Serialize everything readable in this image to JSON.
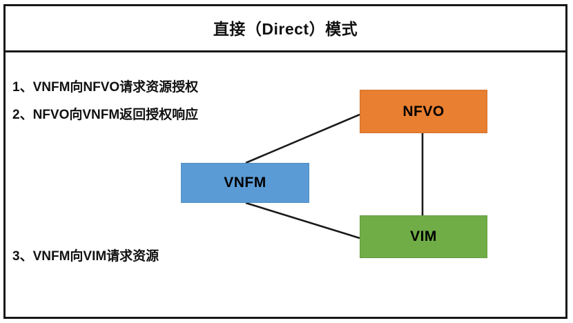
{
  "slide": {
    "title": "直接（Direct）模式",
    "background_color": "#ffffff",
    "border_color": "#171717"
  },
  "steps": [
    {
      "id": "step-1",
      "text": "1、VNFM向NFVO请求资源授权"
    },
    {
      "id": "step-2",
      "text": "2、NFVO向VNFM返回授权响应"
    },
    {
      "id": "step-3",
      "text": "3、VNFM向VIM请求资源"
    }
  ],
  "nodes": [
    {
      "id": "nfvo",
      "label": "NFVO",
      "color": "#E87F31"
    },
    {
      "id": "vnfm",
      "label": "VNFM",
      "color": "#5B9BD5"
    },
    {
      "id": "vim",
      "label": "VIM",
      "color": "#70AD47"
    }
  ],
  "connections": [
    {
      "from": "VNFM",
      "to": "NFVO",
      "style": "solid-line"
    },
    {
      "from": "NFVO",
      "to": "VIM",
      "style": "solid-line"
    },
    {
      "from": "VNFM",
      "to": "VIM",
      "style": "solid-line"
    }
  ],
  "colors": {
    "line": "#1a1a1a",
    "text": "#111111"
  }
}
